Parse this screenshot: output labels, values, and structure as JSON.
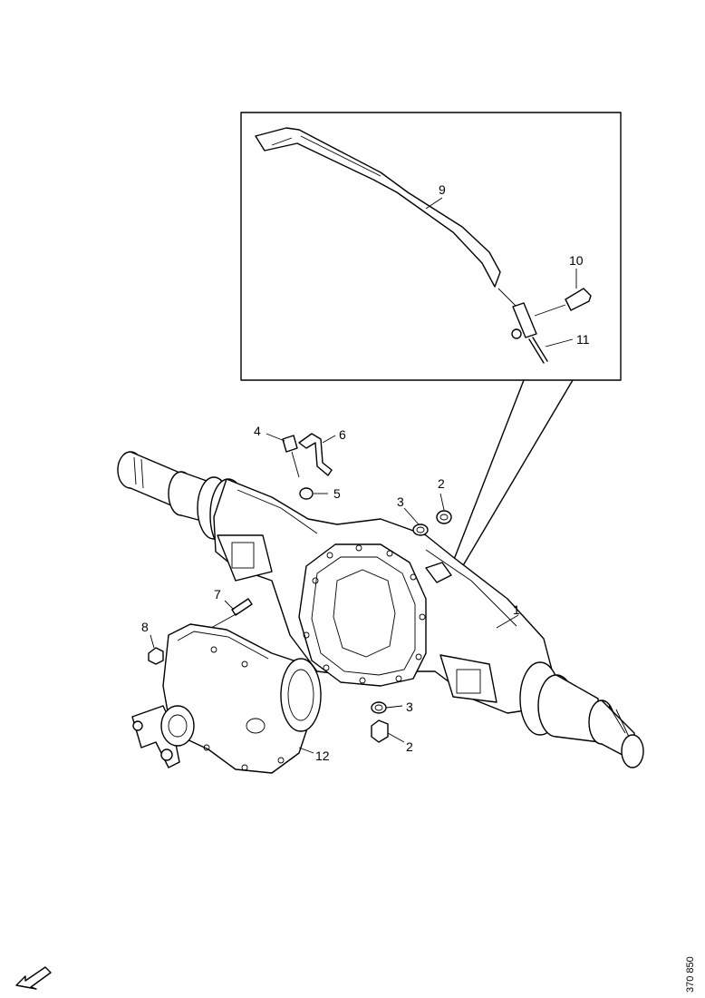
{
  "callouts": {
    "c1": "1",
    "c2a": "2",
    "c2b": "2",
    "c3a": "3",
    "c3b": "3",
    "c4": "4",
    "c5": "5",
    "c6": "6",
    "c7": "7",
    "c8": "8",
    "c9": "9",
    "c10": "10",
    "c11": "11",
    "c12": "12"
  },
  "reference": "370 850",
  "icons": {
    "direction": "arrow-down-left-icon"
  }
}
